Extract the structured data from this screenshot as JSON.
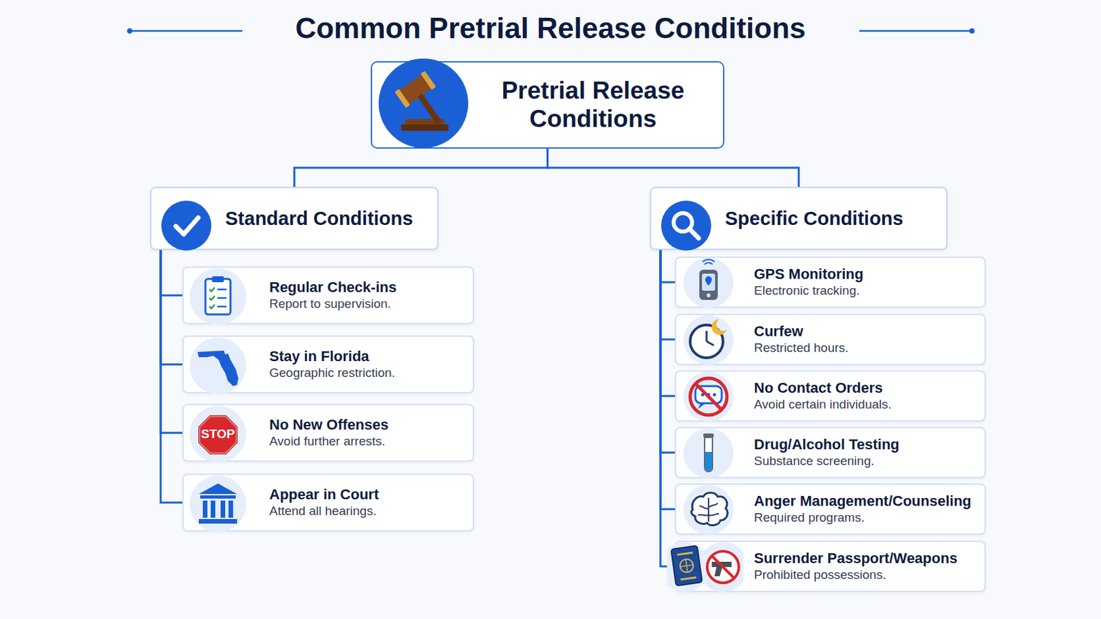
{
  "diagram": {
    "title": "Common Pretrial Release Conditions",
    "nodes": [
      {
        "text": [
          "Pretrial Release Conditions"
        ]
      },
      {
        "text": [
          "Standard Conditions"
        ]
      },
      {
        "text": [
          "Specific Conditions"
        ]
      },
      {
        "text": [
          "Regular Check-ins",
          "Report to supervision."
        ]
      },
      {
        "text": [
          "Stay in Florida",
          "Geographic restriction."
        ]
      },
      {
        "text": [
          "No New Offenses",
          "Avoid further arrests."
        ]
      },
      {
        "text": [
          "Appear in Court",
          "Attend all hearings."
        ]
      },
      {
        "text": [
          "GPS Monitoring",
          "Electronic tracking."
        ]
      },
      {
        "text": [
          "Curfew",
          "Restricted hours."
        ]
      },
      {
        "text": [
          "No Contact Orders",
          "Avoid certain individuals."
        ]
      },
      {
        "text": [
          "Drug/Alcohol Testing",
          "Substance screening."
        ]
      },
      {
        "text": [
          "Anger Management/Counseling",
          "Required programs."
        ]
      },
      {
        "text": [
          "Surrender Passport/Weapons",
          "Prohibited possessions."
        ]
      }
    ],
    "edges": [
      {
        "from": 0,
        "to": 1,
        "arrow": "none"
      },
      {
        "from": 0,
        "to": 2,
        "arrow": "none"
      },
      {
        "from": 1,
        "to": 3,
        "arrow": "none"
      },
      {
        "from": 1,
        "to": 4,
        "arrow": "none"
      },
      {
        "from": 1,
        "to": 5,
        "arrow": "none"
      },
      {
        "from": 1,
        "to": 6,
        "arrow": "none"
      },
      {
        "from": 2,
        "to": 7,
        "arrow": "none"
      },
      {
        "from": 2,
        "to": 8,
        "arrow": "none"
      },
      {
        "from": 2,
        "to": 9,
        "arrow": "none"
      },
      {
        "from": 2,
        "to": 10,
        "arrow": "none"
      },
      {
        "from": 2,
        "to": 11,
        "arrow": "none"
      },
      {
        "from": 2,
        "to": 12,
        "arrow": "none"
      }
    ],
    "labels": [
      "STOP"
    ]
  }
}
